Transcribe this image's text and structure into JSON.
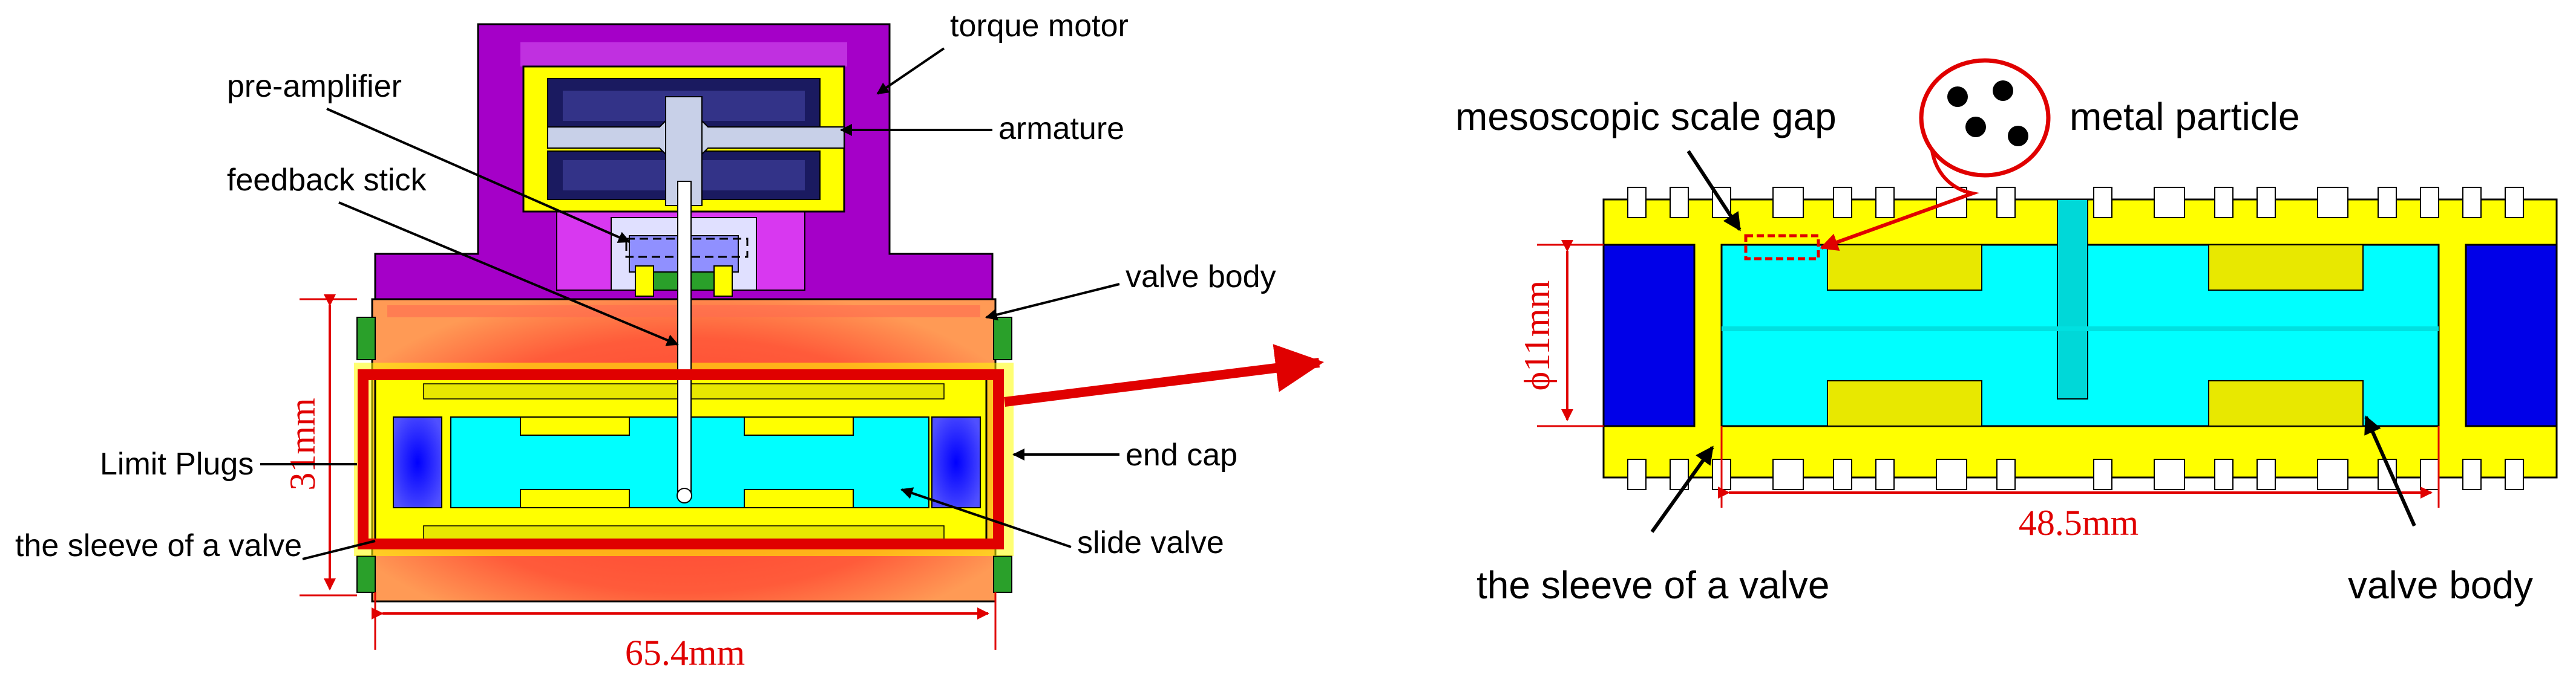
{
  "colors": {
    "motor": "#a500c8",
    "motor_light": "#d838f0",
    "yellow": "#ffff00",
    "body": "#ff4a3a",
    "body_light": "#ff7a55",
    "cyan": "#00ffff",
    "blue": "#0000e8",
    "coil": "#1a1a60",
    "red": "#e00000",
    "green": "#2aa02a",
    "outline": "#000000"
  },
  "left": {
    "labels": {
      "torque_motor": "torque motor",
      "pre_amplifier": "pre-amplifier",
      "armature": "armature",
      "feedback_stick": "feedback stick",
      "valve_body": "valve body",
      "end_cap": "end cap",
      "limit_plugs": "Limit Plugs",
      "sleeve": "the sleeve of a valve",
      "slide_valve": "slide valve"
    },
    "dimensions": {
      "height": "31mm",
      "width": "65.4mm"
    }
  },
  "right": {
    "labels": {
      "gap": "mesoscopic scale gap",
      "particle": "metal particle",
      "sleeve": "the sleeve of a valve",
      "valve_body": "valve body"
    },
    "dimensions": {
      "diameter": "ϕ11mm",
      "length": "48.5mm"
    }
  }
}
